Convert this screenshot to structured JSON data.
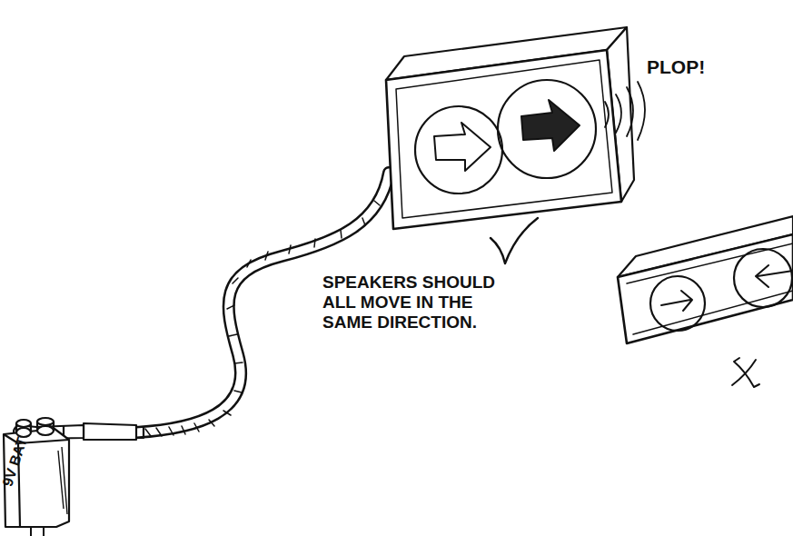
{
  "diagram": {
    "nodes": [
      {
        "text": [
          "9V BAT"
        ]
      }
    ],
    "labels": [
      "PLOP!",
      "SPEAKERS SHOULD ALL MOVE IN THE SAME DIRECTION."
    ]
  }
}
